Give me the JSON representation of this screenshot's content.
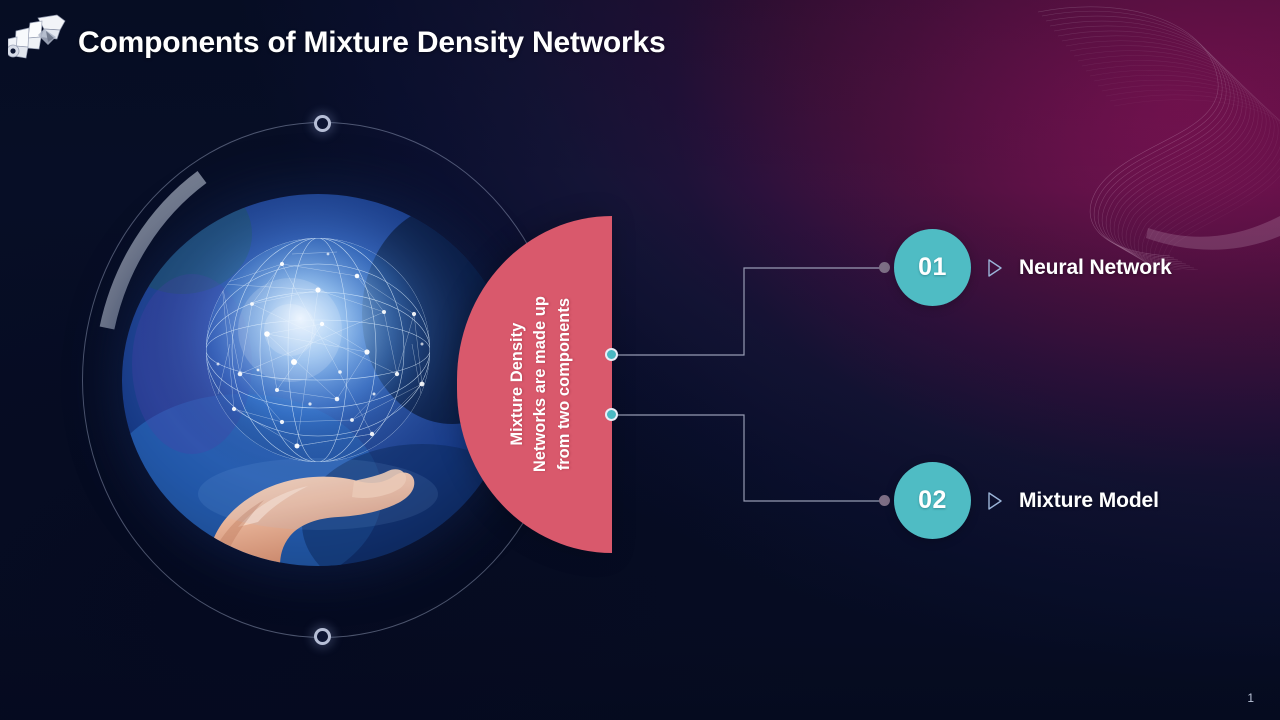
{
  "slide": {
    "title": "Components of Mixture Density Networks",
    "page_number": "1",
    "logo_icon": "robotic-hand-logo-icon",
    "colors": {
      "accent_teal": "#4fbcc4",
      "accent_red": "#d9596c",
      "background_navy": "#070e26",
      "background_magenta": "#7a1050",
      "text_white": "#ffffff",
      "connector_line": "#b0b8d0",
      "end_dot": "#7d6e85"
    }
  },
  "center_callout": {
    "lines": [
      "Mixture Density",
      "Networks are made up",
      "from two components"
    ],
    "text": "Mixture Density Networks are made up from two components"
  },
  "visual": {
    "photo_description": "network-sphere-over-hand-image",
    "ring_markers": [
      "ring-marker-top",
      "ring-marker-bottom"
    ],
    "arc_segment": "progress-arc-segment"
  },
  "components": [
    {
      "number": "01",
      "label": "Neural Network",
      "arrow_icon": "triangle-right-icon"
    },
    {
      "number": "02",
      "label": "Mixture Model",
      "arrow_icon": "triangle-right-icon"
    }
  ]
}
